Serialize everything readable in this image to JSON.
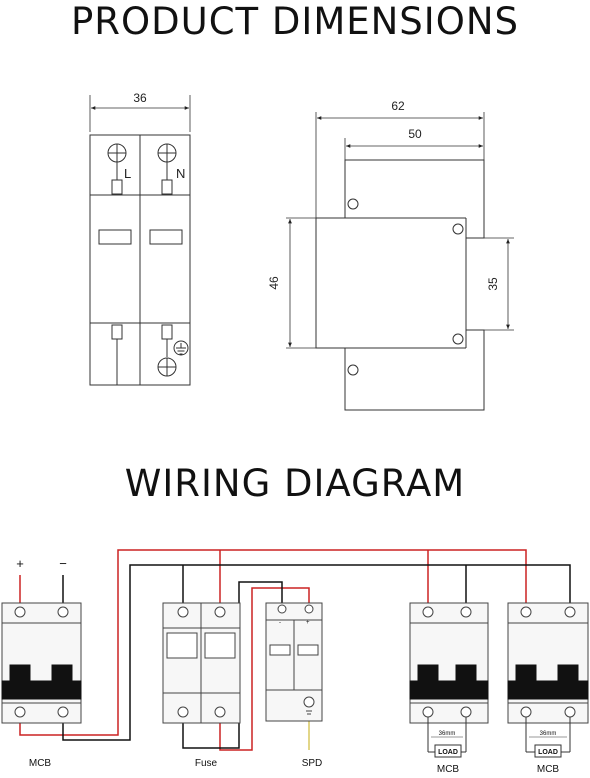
{
  "headings": {
    "dimensions": "PRODUCT DIMENSIONS",
    "wiring": "WIRING DIAGRAM"
  },
  "front_view": {
    "width_label": "36",
    "terminal_left": "L",
    "terminal_right": "N"
  },
  "side_view": {
    "depth_total_label": "62",
    "depth_body_label": "50",
    "height_label": "46",
    "rail_label": "35"
  },
  "wiring": {
    "polarity_plus": "+",
    "polarity_minus": "−",
    "mcb_label": "MCB",
    "fuse_label": "Fuse",
    "spd_label": "SPD",
    "spd_minus": "-",
    "spd_plus": "+",
    "breakers": [
      {
        "width": "36mm",
        "load": "LOAD",
        "label": "MCB"
      },
      {
        "width": "36mm",
        "load": "LOAD",
        "label": "MCB"
      }
    ],
    "colors": {
      "positive": "#cc2222",
      "negative": "#111111"
    }
  }
}
